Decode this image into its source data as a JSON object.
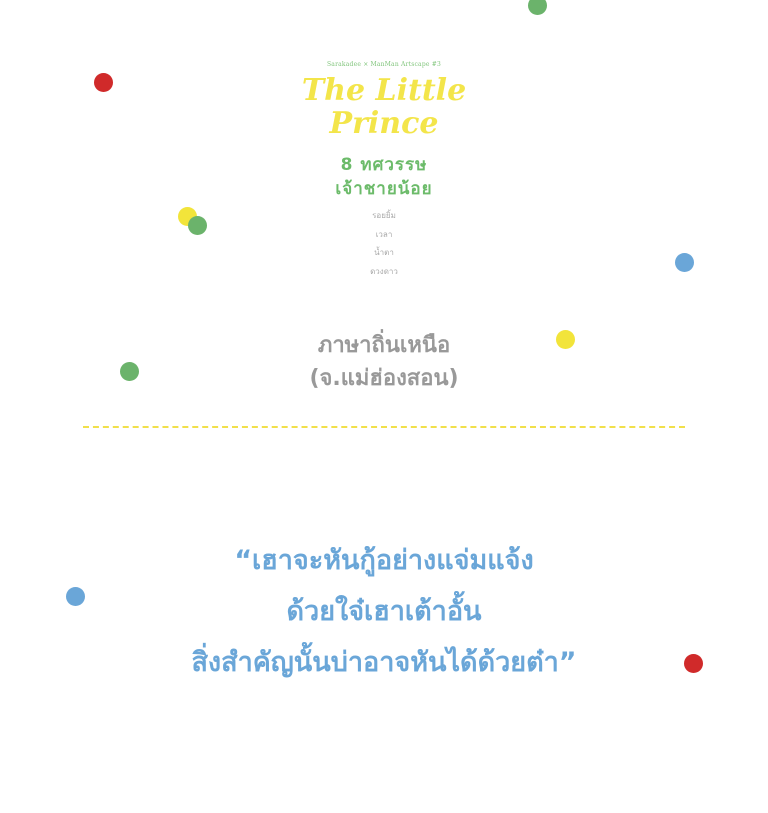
{
  "colors": {
    "red": "#d02a2a",
    "green": "#6bb36b",
    "yellow": "#f2e43a",
    "blue": "#6aa6d8",
    "gray": "#999999",
    "credit_green": "#7fc47a"
  },
  "cover": {
    "credit": "Sarakadee × ManMan Artscape #3",
    "title_en_line1": "The Little",
    "title_en_line2": "Prince",
    "title_th_line1": "8 ทศวรรษ",
    "title_th_line2": "เจ้าชายน้อย",
    "moods": [
      "รอยยิ้ม",
      "เวลา",
      "น้ำตา",
      "ดวงดาว"
    ]
  },
  "dialect": {
    "line1": "ภาษาถิ่นเหนือ",
    "line2": "(จ.แม่ฮ่องสอน)"
  },
  "quote": {
    "line1": "“เฮาจะหันกู้อย่างแจ่มแจ้ง",
    "line2": "ด้วยใจ๋เฮาเต้าอั้น",
    "line3": "สิ่งสำคัญนั้นบ่าอาจหันได้ด้วยต๋า”"
  }
}
